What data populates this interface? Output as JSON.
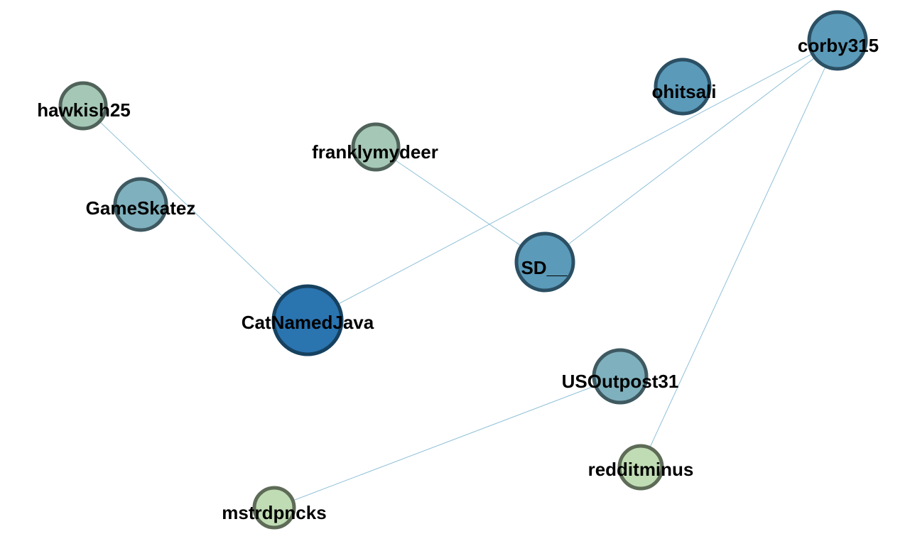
{
  "graph": {
    "nodes": [
      {
        "id": "corby315",
        "label": "corby315",
        "color": "#5b9ab9",
        "stroke": "#2b4f63"
      },
      {
        "id": "ohitsali",
        "label": "ohitsali",
        "color": "#5b9ab9",
        "stroke": "#2b4f63"
      },
      {
        "id": "hawkish25",
        "label": "hawkish25",
        "color": "#a5c8b6",
        "stroke": "#50635a"
      },
      {
        "id": "franklymydeer",
        "label": "franklymydeer",
        "color": "#a5c8b6",
        "stroke": "#50635a"
      },
      {
        "id": "GameSkatez",
        "label": "GameSkatez",
        "color": "#7fb0bd",
        "stroke": "#3f5961"
      },
      {
        "id": "SD__",
        "label": "SD__",
        "color": "#5b9ab9",
        "stroke": "#2b4f63"
      },
      {
        "id": "CatNamedJava",
        "label": "CatNamedJava",
        "color": "#2a74b0",
        "stroke": "#16415f"
      },
      {
        "id": "USOutpost31",
        "label": "USOutpost31",
        "color": "#7fb0bd",
        "stroke": "#3f5961"
      },
      {
        "id": "redditminus",
        "label": "redditminus",
        "color": "#c0dcb4",
        "stroke": "#5d6b57"
      },
      {
        "id": "mstrdpncks",
        "label": "mstrdpncks",
        "color": "#c0dcb4",
        "stroke": "#5d6b57"
      }
    ],
    "edges": [
      {
        "source": "hawkish25",
        "target": "CatNamedJava"
      },
      {
        "source": "CatNamedJava",
        "target": "corby315"
      },
      {
        "source": "franklymydeer",
        "target": "SD__"
      },
      {
        "source": "SD__",
        "target": "corby315"
      },
      {
        "source": "corby315",
        "target": "redditminus"
      },
      {
        "source": "USOutpost31",
        "target": "mstrdpncks"
      }
    ],
    "edge_color": "#8fc0d8"
  }
}
